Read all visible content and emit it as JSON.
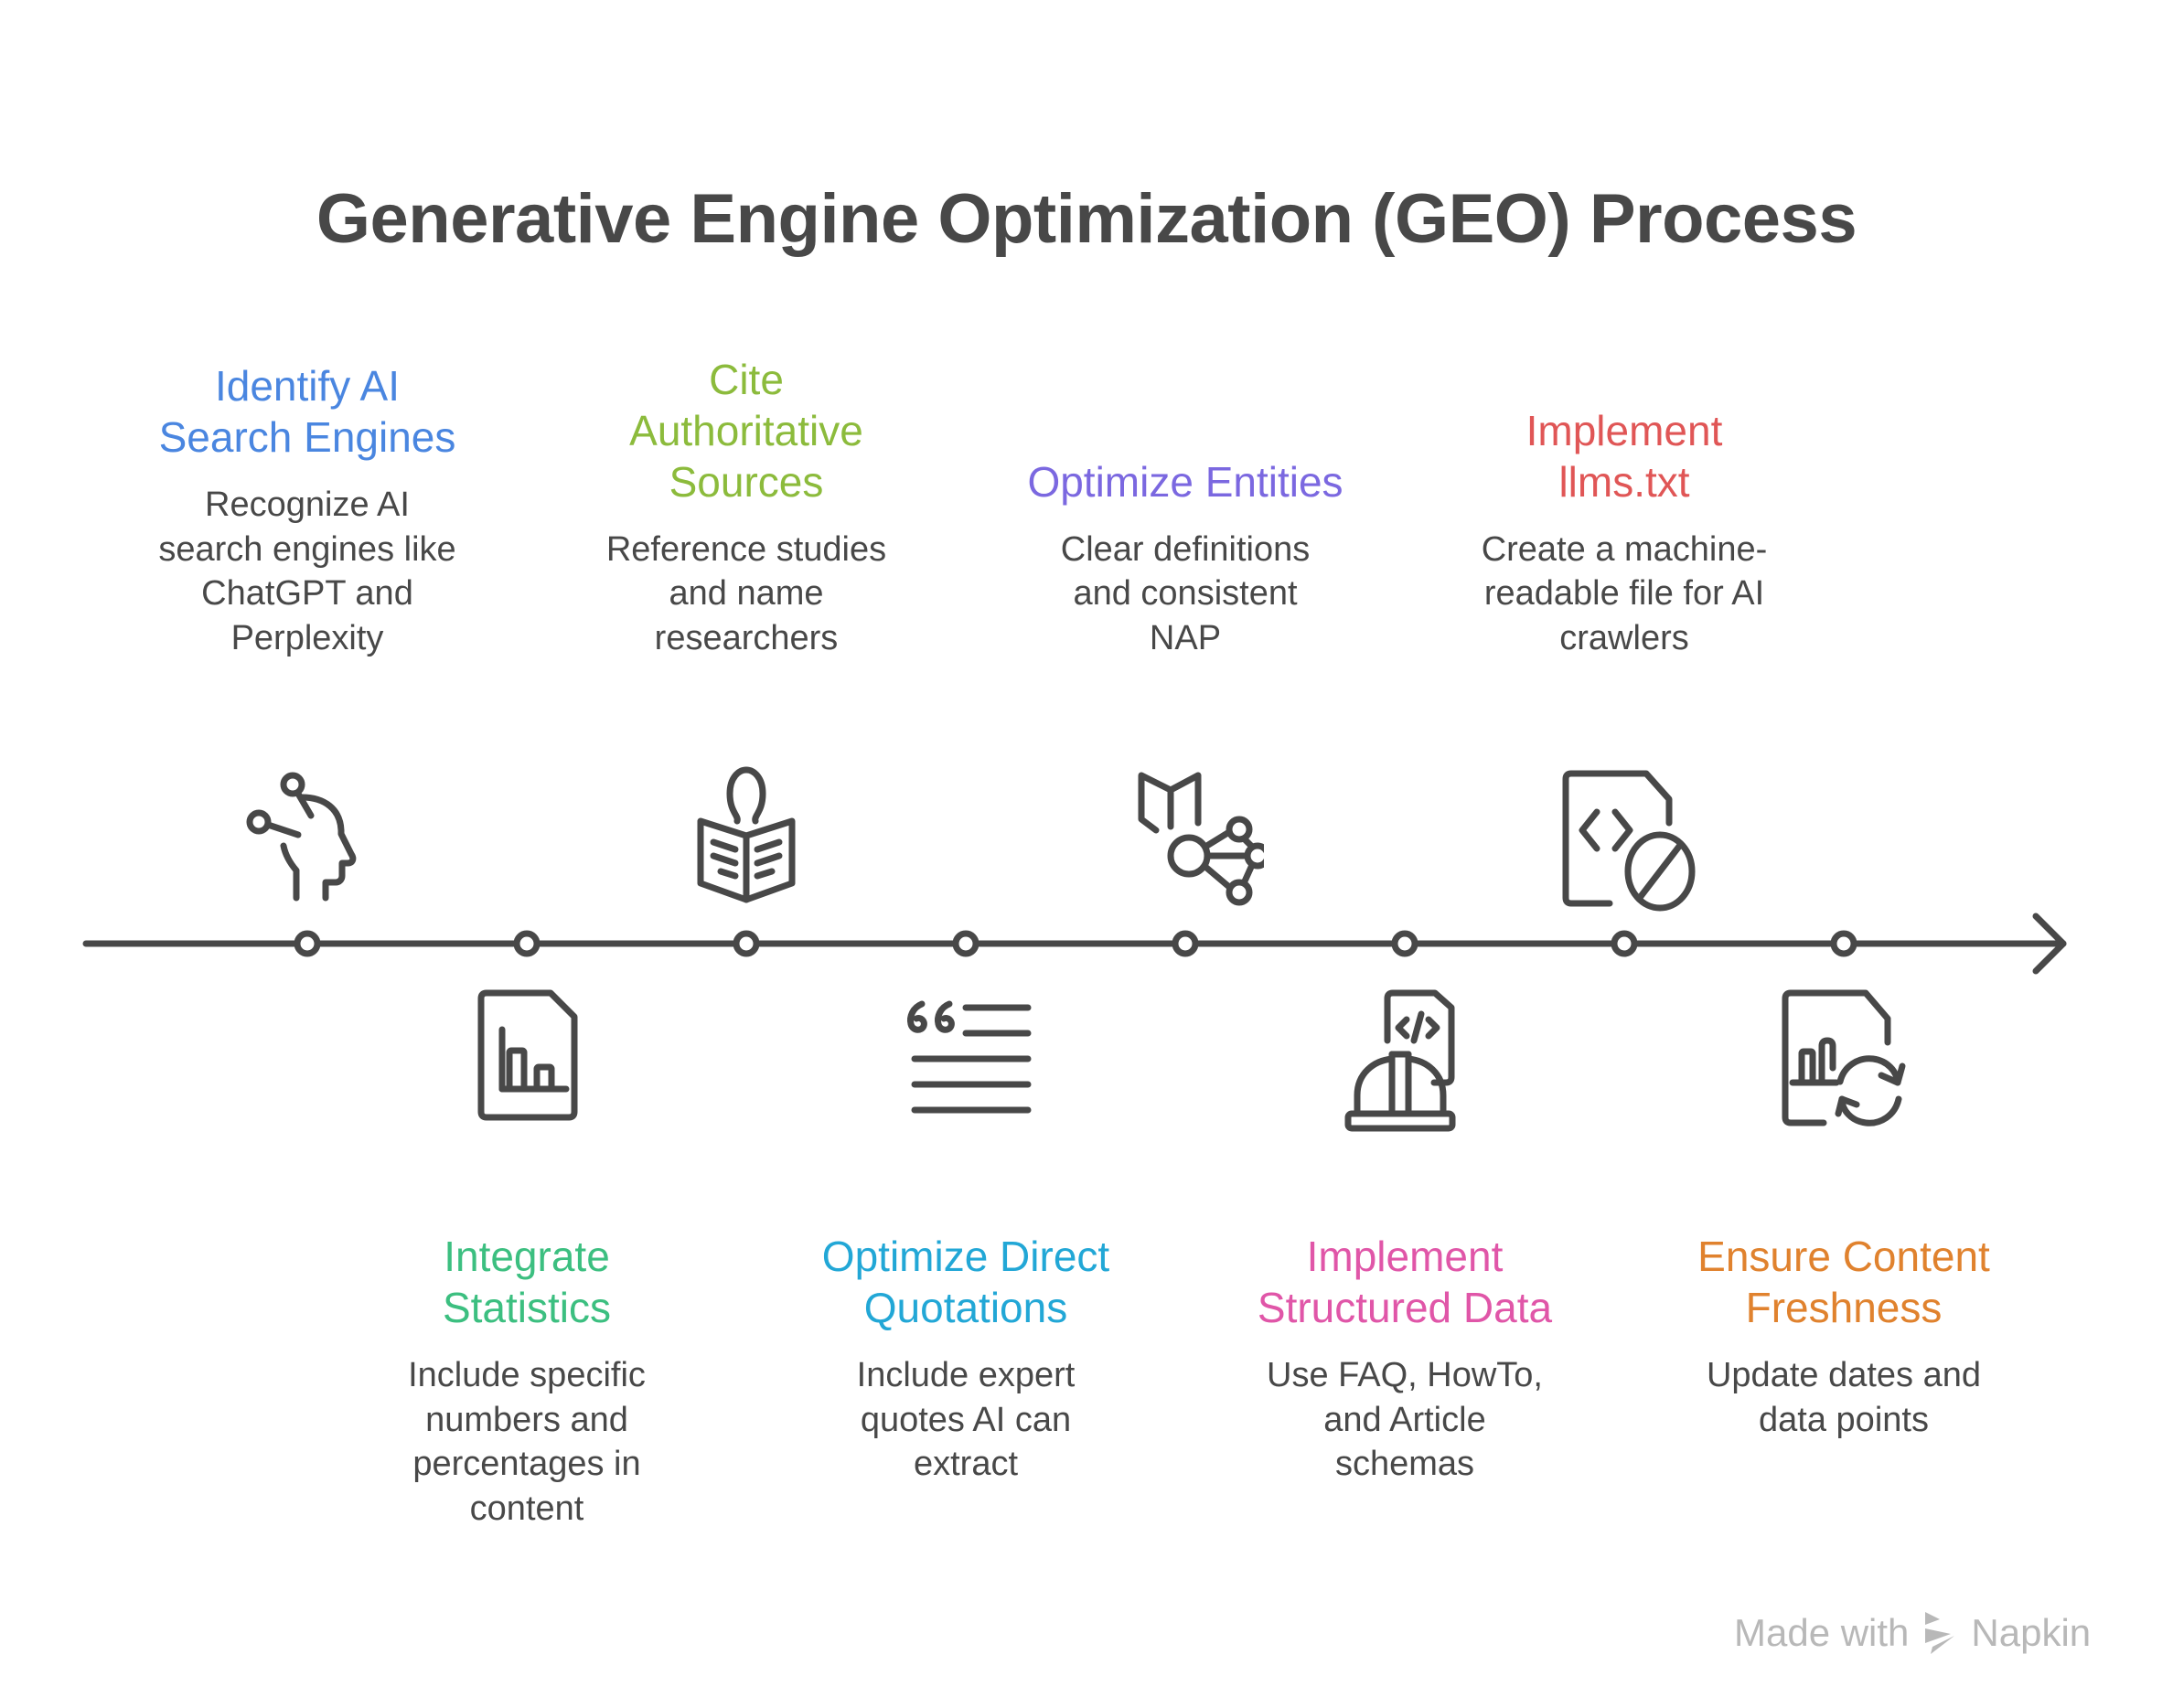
{
  "title": "Generative Engine Optimization (GEO) Process",
  "steps": [
    {
      "heading": "Identify AI Search Engines",
      "heading_lines": [
        "Identify AI",
        "Search Engines"
      ],
      "description_lines": [
        "Recognize AI",
        "search engines like",
        "ChatGPT and",
        "Perplexity"
      ],
      "color": "#4a86e0",
      "position": "top",
      "icon": "ai-head-icon"
    },
    {
      "heading": "Integrate Statistics",
      "heading_lines": [
        "Integrate",
        "Statistics"
      ],
      "description_lines": [
        "Include specific",
        "numbers and",
        "percentages in",
        "content"
      ],
      "color": "#3cbf80",
      "position": "bottom",
      "icon": "chart-document-icon"
    },
    {
      "heading": "Cite Authoritative Sources",
      "heading_lines": [
        "Cite",
        "Authoritative",
        "Sources"
      ],
      "description_lines": [
        "Reference studies",
        "and name",
        "researchers"
      ],
      "color": "#8cbb3c",
      "position": "top",
      "icon": "reader-book-icon"
    },
    {
      "heading": "Optimize Direct Quotations",
      "heading_lines": [
        "Optimize Direct",
        "Quotations"
      ],
      "description_lines": [
        "Include expert",
        "quotes AI can",
        "extract"
      ],
      "color": "#22a7d6",
      "position": "bottom",
      "icon": "quote-lines-icon"
    },
    {
      "heading": "Optimize Entities",
      "heading_lines": [
        "Optimize Entities"
      ],
      "description_lines": [
        "Clear definitions",
        "and consistent",
        "NAP"
      ],
      "color": "#7b68e0",
      "position": "top",
      "icon": "map-network-icon"
    },
    {
      "heading": "Implement Structured Data",
      "heading_lines": [
        "Implement",
        "Structured Data"
      ],
      "description_lines": [
        "Use FAQ, HowTo,",
        "and Article",
        "schemas"
      ],
      "color": "#e056a8",
      "position": "bottom",
      "icon": "code-hardhat-icon"
    },
    {
      "heading": "Implement llms.txt",
      "heading_lines": [
        "Implement",
        "llms.txt"
      ],
      "description_lines": [
        "Create a machine-",
        "readable file for AI",
        "crawlers"
      ],
      "color": "#e05656",
      "position": "top",
      "icon": "code-file-blocked-icon"
    },
    {
      "heading": "Ensure Content Freshness",
      "heading_lines": [
        "Ensure Content",
        "Freshness"
      ],
      "description_lines": [
        "Update dates and",
        "data points"
      ],
      "color": "#e0822e",
      "position": "bottom",
      "icon": "chart-file-refresh-icon"
    }
  ],
  "watermark": {
    "prefix": "Made with",
    "brand": "Napkin"
  },
  "colors": {
    "ink": "#484848",
    "watermark": "#b8b8b8",
    "background": "#ffffff"
  }
}
